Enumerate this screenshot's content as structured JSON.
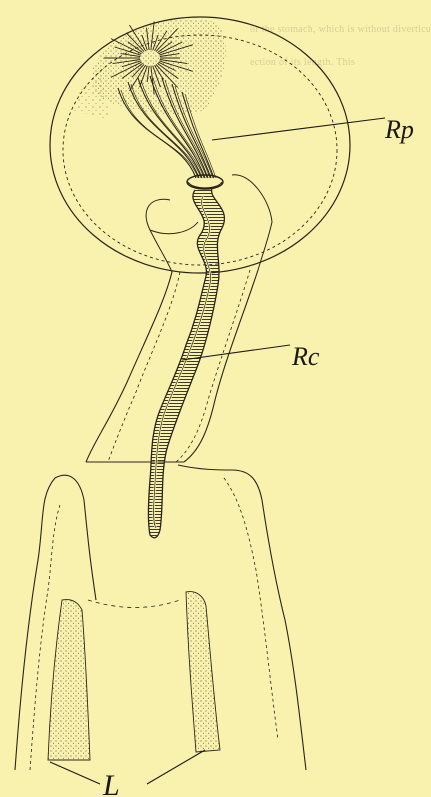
{
  "colors": {
    "paper": "#f9f2ae",
    "ink": "#1b1712"
  },
  "labels": {
    "rp": "Rp",
    "rc": "Rc",
    "l": "L"
  },
  "bleed_through": {
    "line1": "or the stomach, which is without diverticula,",
    "line2": "ection of its length. This"
  }
}
